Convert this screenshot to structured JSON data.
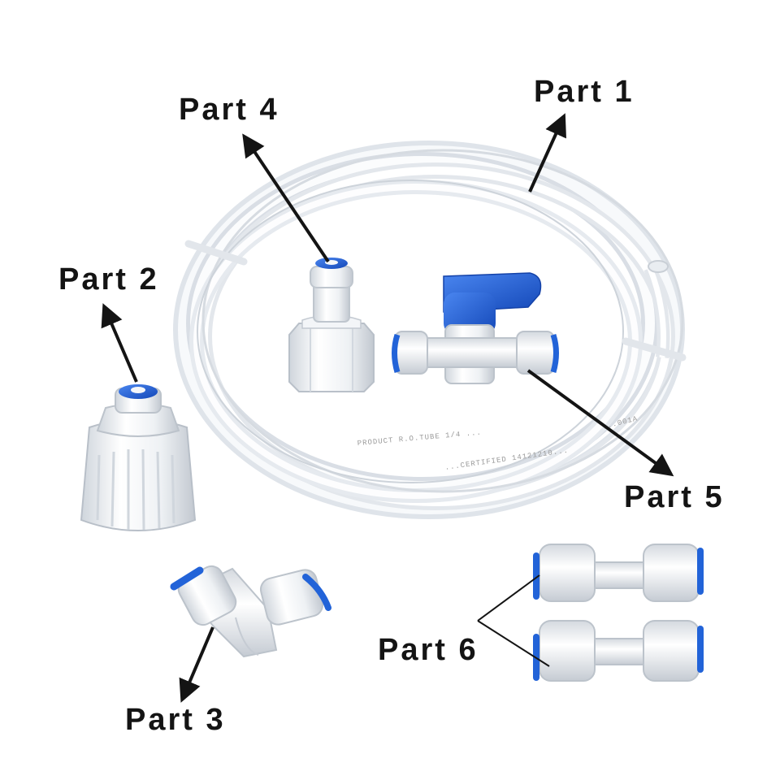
{
  "labels": {
    "part1": "Part 1",
    "part2": "Part 2",
    "part3": "Part 3",
    "part4": "Part 4",
    "part5": "Part 5",
    "part6": "Part 6"
  },
  "tube_print": {
    "line1": "PRODUCT R.O.TUBE 1/4 ...",
    "line2": "...CERTIFIED 14121210...",
    "line3": "...001A"
  },
  "colors": {
    "background": "#ffffff",
    "fitting_white": "#eef1f4",
    "collet_blue": "#1f5fd8",
    "valve_handle_blue": "#2466dd",
    "label_black": "#141414"
  },
  "objects": [
    "white-tubing-coil",
    "faucet-adapter",
    "elbow-connector",
    "female-thread-adapter",
    "ball-valve",
    "union-connector",
    "union-connector"
  ]
}
